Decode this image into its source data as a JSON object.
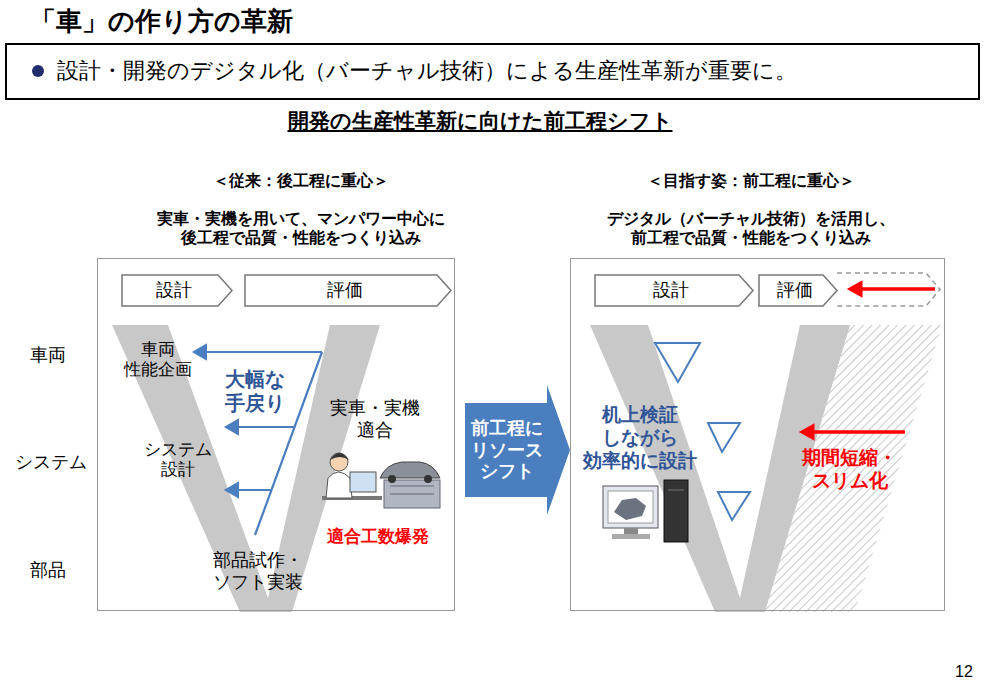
{
  "diagram": {
    "title": "「車」の作り方の革新",
    "nodes": [
      {
        "text": [
          "設計・開発のデジタル化（バーチャル技術）による生産性革新が重要に。"
        ]
      },
      {
        "text": [
          "＜従来：後工程に重心＞",
          "実車・実機を用いて、マンパワー中心に 後工程で品質・性能をつくり込み"
        ]
      },
      {
        "text": [
          "設計"
        ],
        "in": 1
      },
      {
        "text": [
          "評価"
        ],
        "in": 1
      },
      {
        "text": [
          "前工程に リソース シフト"
        ]
      },
      {
        "text": [
          "＜目指す姿：前工程に重心＞",
          "デジタル（バーチャル技術）を活用し、 前工程で品質・性能をつくり込み"
        ]
      },
      {
        "text": [
          "設計"
        ],
        "in": 5
      },
      {
        "text": [
          "評価"
        ],
        "in": 5
      }
    ],
    "labels": [
      "開発の生産性革新に向けた前工程シフト",
      "車両",
      "システム",
      "部品",
      "車両 性能企画",
      "大幅な 手戻り",
      "実車・実機 適合",
      "システム 設計",
      "適合工数爆発",
      "部品試作・ ソフト実装",
      "机上検証 しながら 効率的に設計",
      "期間短縮・ スリム化",
      "12"
    ]
  }
}
